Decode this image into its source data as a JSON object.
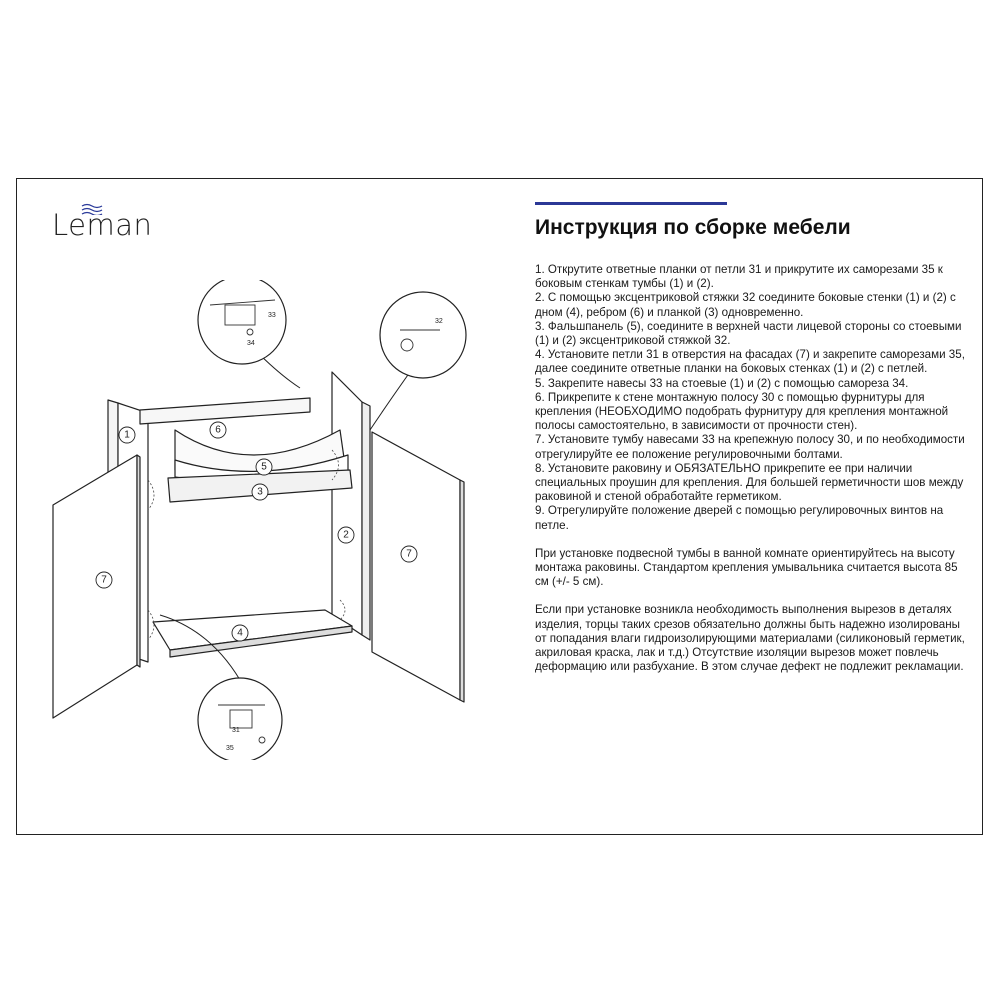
{
  "brand": {
    "logo_text": "Leman",
    "logo_wave_color": "#2a3a9a"
  },
  "colors": {
    "accent_bar": "#2b3896",
    "line": "#222222",
    "frame": "#222222"
  },
  "title": "Инструкция по сборке мебели",
  "steps": [
    "1. Открутите ответные планки от петли 31 и прикрутите их саморезами 35 к боковым стенкам тумбы (1) и (2).",
    "2. С помощью эксцентриковой стяжки 32 соедините боковые стенки (1) и (2) с дном (4), ребром (6) и планкой (3) одновременно.",
    "3. Фальшпанель (5), соедините в верхней части лицевой стороны со стоевыми (1) и (2) эксцентриковой стяжкой 32.",
    "4. Установите петли 31 в отверстия на фасадах (7) и закрепите саморезами 35, далее соедините ответные планки на боковых стенках (1) и (2) с петлей.",
    "5. Закрепите навесы 33 на стоевые (1) и (2) с помощью самореза 34.",
    "6. Прикрепите к стене монтажную полосу 30 с помощью фурнитуры для крепления (НЕОБХОДИМО подобрать фурнитуру для крепления монтажной полосы самостоятельно, в зависимости от прочности стен).",
    "7. Установите тумбу навесами 33 на крепежную полосу 30, и по необходимости отрегулируйте ее положение регулировочными болтами.",
    "8. Установите раковину и ОБЯЗАТЕЛЬНО прикрепите ее при наличии специальных проушин для крепления. Для большей герметичности шов между раковиной и стеной обработайте герметиком.",
    "9. Отрегулируйте положение дверей с помощью регулировочных винтов на петле."
  ],
  "note_height": "При установке подвесной тумбы в ванной комнате ориентируйтесь на высоту монтажа раковины. Стандартом крепления умывальника считается высота 85 см (+/- 5 см).",
  "note_cuts": "Если при установке возникла необходимость выполнения вырезов в деталях изделия, торцы таких срезов обязательно должны быть надежно изолированы от попадания влаги гидроизолирующими материалами (силиконовый герметик, акриловая краска, лак и т.д.) Отсутствие изоляции вырезов может повлечь деформацию или разбухание. В этом случае дефект не подлежит рекламации.",
  "diagram": {
    "part_labels": {
      "p1": "1",
      "p2": "2",
      "p3": "3",
      "p4": "4",
      "p5": "5",
      "p6": "6",
      "p7_left": "7",
      "p7_right": "7"
    },
    "callout_labels": {
      "c33": "33",
      "c34": "34",
      "c32": "32",
      "c31": "31",
      "c35": "35"
    }
  }
}
